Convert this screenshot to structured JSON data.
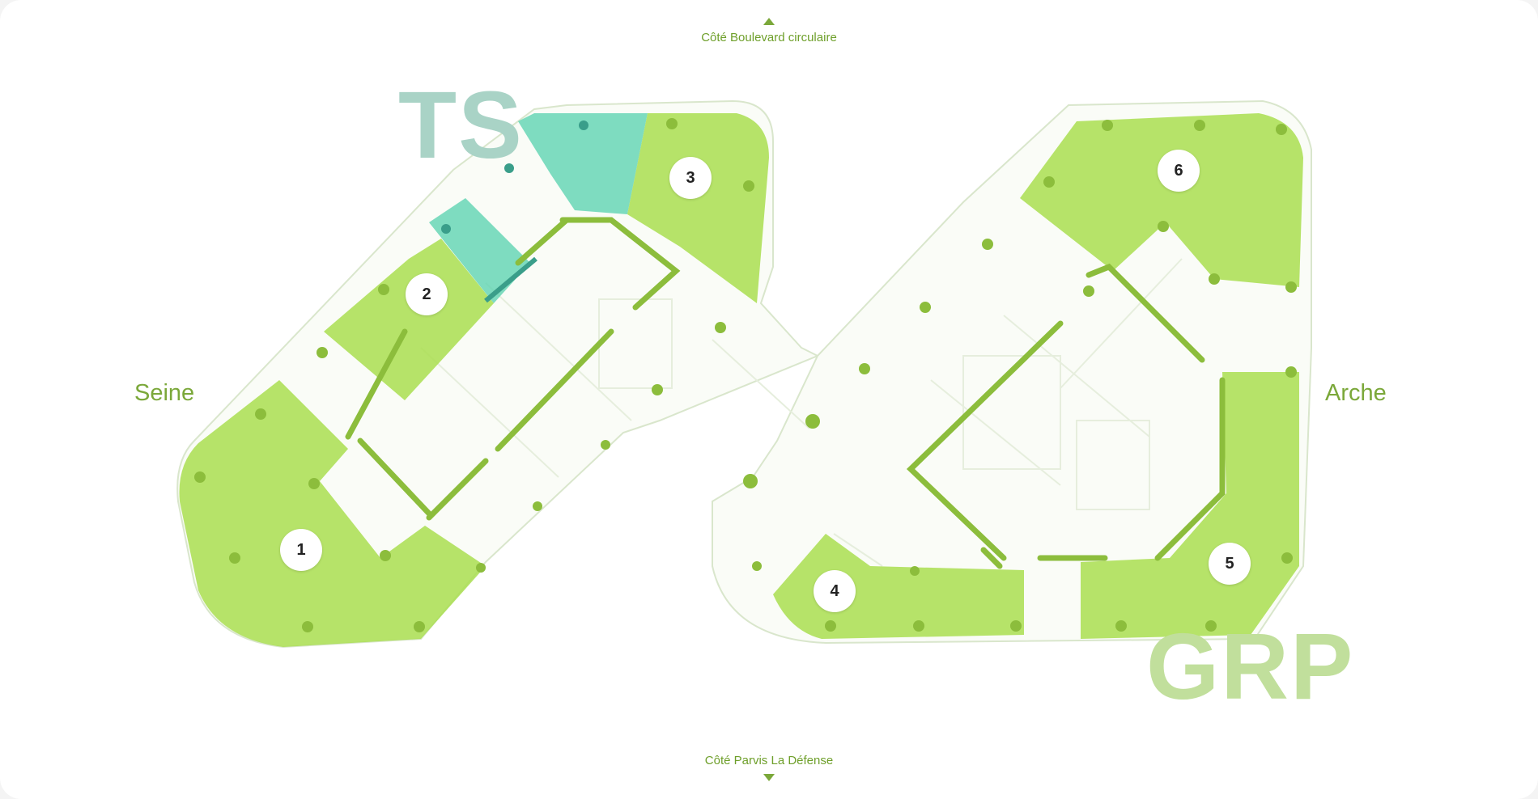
{
  "colors": {
    "zone_green": "#a9de50",
    "zone_teal": "#5fd3b1",
    "accent_text": "#7ba83a",
    "wall_green": "#8cbd3c",
    "wall_teal": "#3a9e8a",
    "ts_text": "#a9d3c6",
    "grp_text": "#c1df9c",
    "outline": "#d9e6cc"
  },
  "directions": {
    "top": "Côté Boulevard circulaire",
    "bottom": "Côté Parvis La Défense",
    "left": "Seine",
    "right": "Arche"
  },
  "tenants": {
    "ts": "TS",
    "grp": "GRP"
  },
  "zones": [
    {
      "label": "1",
      "color": "green",
      "icon": "zone-marker"
    },
    {
      "label": "2",
      "color": "green",
      "icon": "zone-marker"
    },
    {
      "label": "3",
      "color": "green",
      "icon": "zone-marker"
    },
    {
      "label": "4",
      "color": "green",
      "icon": "zone-marker"
    },
    {
      "label": "5",
      "color": "green",
      "icon": "zone-marker"
    },
    {
      "label": "6",
      "color": "green",
      "icon": "zone-marker"
    }
  ]
}
